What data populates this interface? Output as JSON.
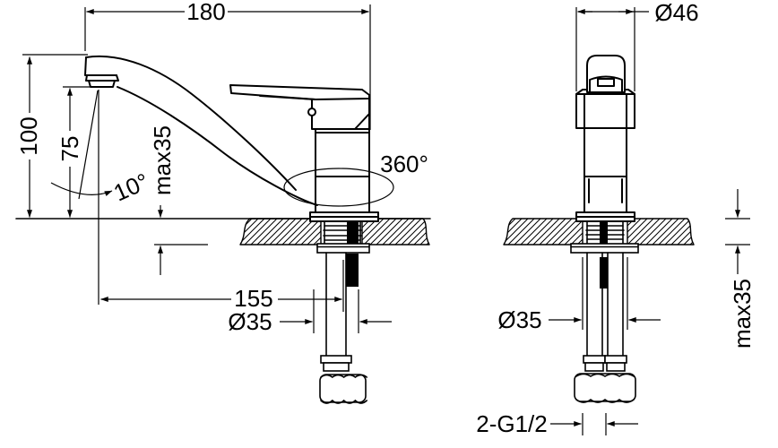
{
  "side_view": {
    "label_overall_width": "180",
    "label_overall_height": "100",
    "label_spout_height": "75",
    "label_max_deck": "max35",
    "label_spout_angle": "10°",
    "label_swivel": "360°",
    "label_reach": "155",
    "label_shank_dia": "Ø35"
  },
  "front_view": {
    "label_body_dia": "Ø46",
    "label_shank_dia": "Ø35",
    "label_max_deck": "max35",
    "label_thread": "2-G1/2"
  },
  "colors": {
    "line": "#000000",
    "background": "#ffffff"
  }
}
